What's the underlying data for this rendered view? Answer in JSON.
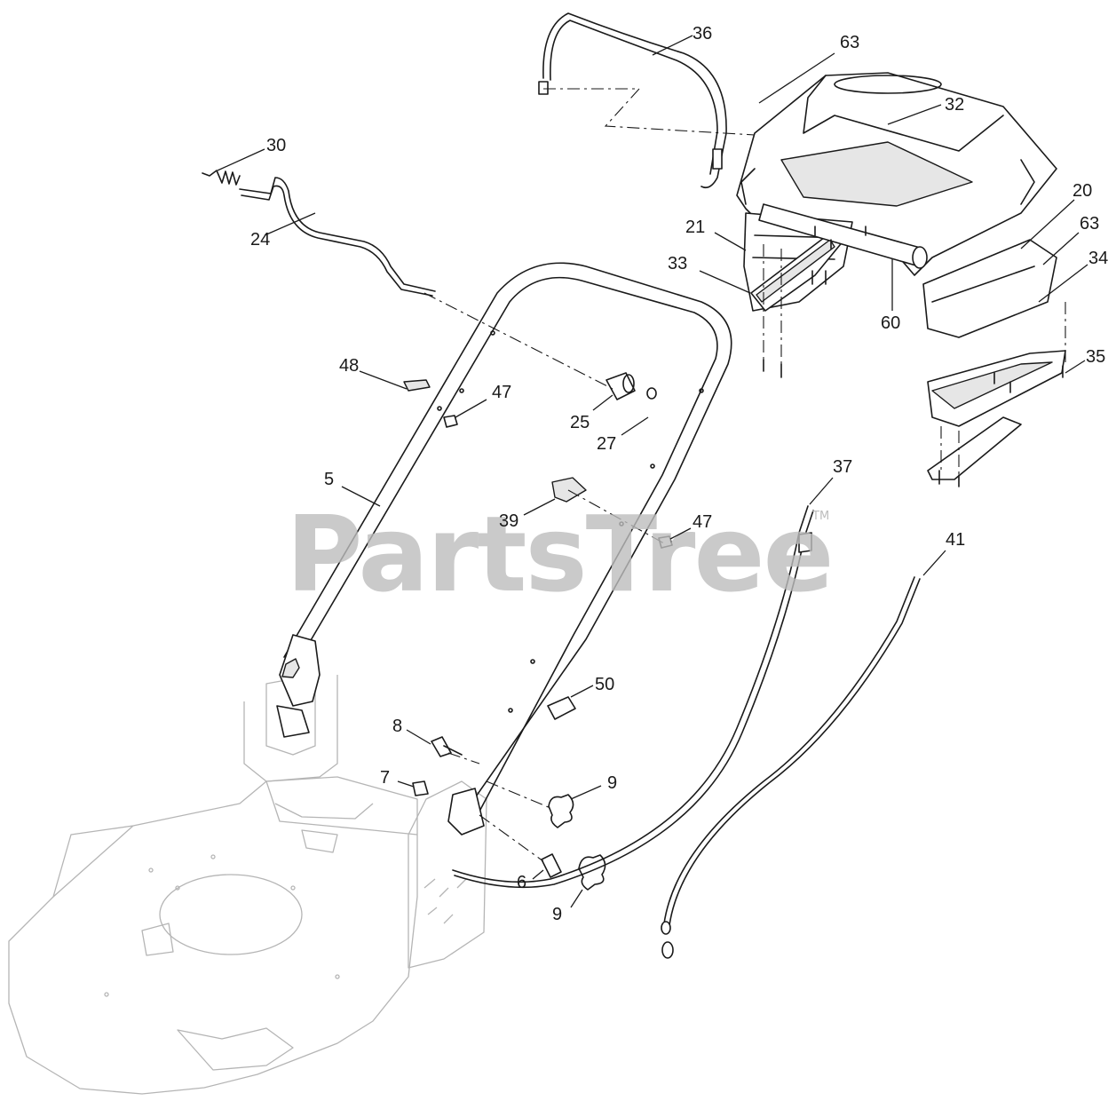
{
  "watermark": {
    "text": "PartsTree",
    "mark": "TM"
  },
  "callouts": [
    "36",
    "63",
    "32",
    "30",
    "24",
    "20",
    "21",
    "63",
    "33",
    "34",
    "60",
    "35",
    "48",
    "47",
    "25",
    "27",
    "5",
    "39",
    "47",
    "37",
    "41",
    "50",
    "8",
    "7",
    "9",
    "6",
    "9"
  ]
}
